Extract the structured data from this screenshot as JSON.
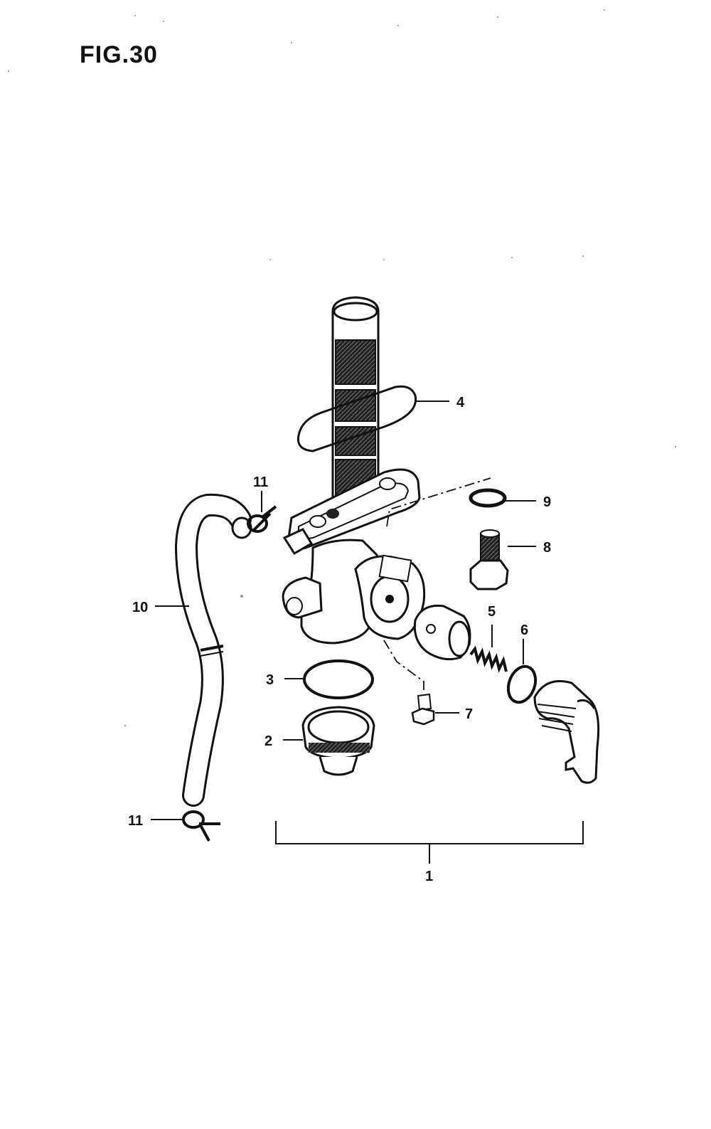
{
  "figure": {
    "title": "FIG.30"
  },
  "callouts": {
    "c1": "1",
    "c2": "2",
    "c3": "3",
    "c4": "4",
    "c5": "5",
    "c6": "6",
    "c7": "7",
    "c8": "8",
    "c9": "9",
    "c10": "10",
    "c11a": "11",
    "c11b": "11"
  },
  "colors": {
    "ink": "#111111",
    "paper": "#ffffff"
  }
}
